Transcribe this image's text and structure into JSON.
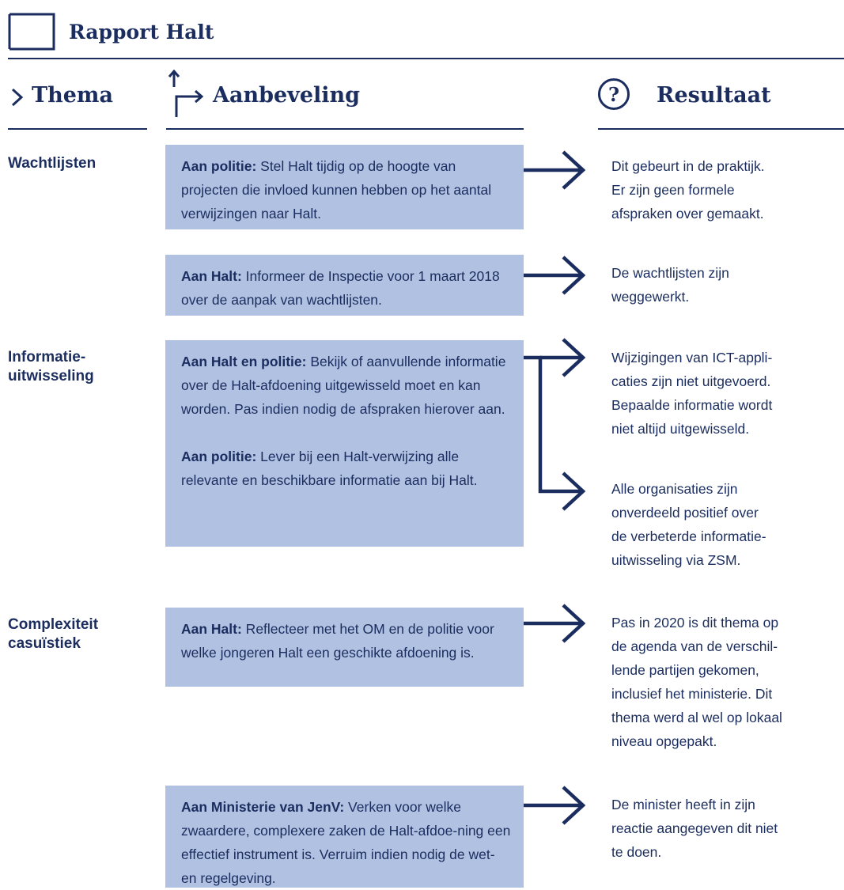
{
  "header": {
    "title": "Rapport Halt"
  },
  "columns": {
    "theme": "Thema",
    "recommendation": "Aanbeveling",
    "result": "Resultaat"
  },
  "themes": [
    {
      "label": "Wachtlijsten"
    },
    {
      "label": "Informatie-\nuitwisseling"
    },
    {
      "label": "Complexiteit\ncasuïstiek"
    }
  ],
  "recommendations": [
    {
      "lead": "Aan politie:",
      "text": " Stel Halt tijdig op de hoogte van projecten die invloed kunnen hebben op het aantal verwijzingen naar Halt."
    },
    {
      "lead": "Aan Halt:",
      "text": " Informeer de Inspectie voor 1 maart 2018 over de aanpak van wachtlijsten."
    },
    {
      "lead": "Aan Halt en politie:",
      "text": " Bekijk of aanvullende informatie over de Halt-afdoening uitgewisseld moet en kan worden. Pas indien nodig de afspraken hierover aan."
    },
    {
      "lead": "Aan politie:",
      "text": " Lever bij een Halt-verwijzing alle relevante en beschikbare informatie aan bij Halt."
    },
    {
      "lead": "Aan Halt:",
      "text": " Reflecteer met het OM en de politie voor welke jongeren Halt een geschikte afdoening is."
    },
    {
      "lead": "Aan Ministerie van JenV:",
      "text": " Verken voor welke zwaardere, complexere zaken de Halt-afdoe-ning een effectief instrument is. Verruim indien nodig de wet- en regelgeving."
    }
  ],
  "results": [
    {
      "text": "Dit gebeurt in de praktijk.\nEr zijn geen formele\nafspraken over gemaakt."
    },
    {
      "text": "De wachtlijsten zijn\nweggewerkt."
    },
    {
      "text": "Wijzigingen van ICT-appli-\ncaties zijn niet uitgevoerd.\nBepaalde informatie wordt\nniet altijd uitgewisseld."
    },
    {
      "text": "Alle organisaties zijn\nonverdeeld positief over\nde verbeterde informatie-\nuitwisseling via ZSM."
    },
    {
      "text": "Pas in 2020 is dit thema op\nde agenda van de verschil-\nlende partijen gekomen,\ninclusief het ministerie. Dit\nthema werd al wel op lokaal\nniveau opgepakt."
    },
    {
      "text": "De minister heeft in zijn\nreactie aangegeven dit niet\nte doen."
    }
  ],
  "colors": {
    "navy": "#1b2d5e",
    "box": "#b0c1e2"
  }
}
